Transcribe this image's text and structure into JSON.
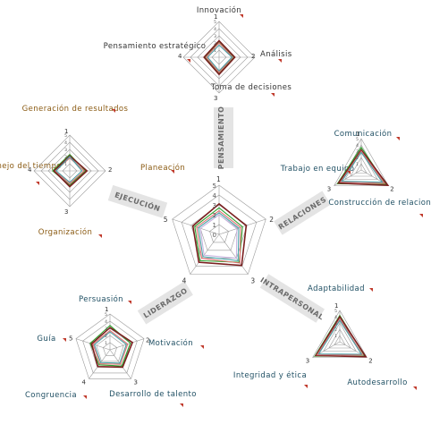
{
  "palette": {
    "grid": "#9a9a9a",
    "series": [
      "#2ca02c",
      "#7a1f1f",
      "#e07070",
      "#4aa3a8",
      "#c7b3e0"
    ],
    "text_default": "#333333",
    "text_pensamiento": "#333333",
    "text_ejecucion": "#8a5a12",
    "text_relaciones": "#1f4f63",
    "text_liderazgo": "#1f4f63",
    "text_intra": "#1f4f63",
    "band_bg": "#e4e4e4",
    "band_text": "#6a6a6a",
    "marker": "#c0392b"
  },
  "chart_data": [
    {
      "id": "pensamiento",
      "type": "radar",
      "axes": [
        "Innovación",
        "Análisis",
        "Toma de decisiones",
        "Pensamiento estratégico"
      ],
      "axis_numbers": [
        "1",
        "2",
        "3",
        "4"
      ],
      "rmax": 5,
      "tick_labels": [
        "5",
        "4",
        "3",
        "2",
        "1"
      ],
      "series": [
        {
          "values": [
            2.2,
            2.1,
            2.3,
            2.0
          ]
        },
        {
          "values": [
            2.3,
            2.2,
            2.4,
            2.1
          ]
        },
        {
          "values": [
            2.0,
            1.9,
            2.1,
            1.8
          ]
        },
        {
          "values": [
            1.7,
            1.8,
            1.9,
            1.6
          ]
        }
      ]
    },
    {
      "id": "ejecucion",
      "type": "radar",
      "axes": [
        "Generación de resultados",
        "Planeación",
        "Organización",
        "Manejo del tiempo"
      ],
      "axis_numbers": [
        "1",
        "2",
        "3",
        "4"
      ],
      "rmax": 5,
      "tick_labels": [
        "5",
        "4",
        "3",
        "2",
        "1"
      ],
      "series": [
        {
          "values": [
            2.3,
            2.2,
            2.0,
            2.4
          ]
        },
        {
          "values": [
            2.1,
            2.4,
            2.2,
            2.2
          ]
        },
        {
          "values": [
            1.8,
            2.0,
            1.8,
            2.0
          ]
        },
        {
          "values": [
            2.0,
            1.7,
            1.6,
            1.9
          ]
        }
      ]
    },
    {
      "id": "relaciones",
      "type": "radar",
      "axes": [
        "Comunicación",
        "Construcción de relaciones",
        "Trabajo en equipo"
      ],
      "axis_numbers": [
        "1",
        "2",
        "3"
      ],
      "rmax": 5,
      "tick_labels": [
        "5",
        "4",
        "3",
        "2",
        "1"
      ],
      "series": [
        {
          "values": [
            3.6,
            4.6,
            4.4
          ]
        },
        {
          "values": [
            3.2,
            4.9,
            4.2
          ]
        },
        {
          "values": [
            3.0,
            4.3,
            3.8
          ]
        },
        {
          "values": [
            2.8,
            3.9,
            3.6
          ]
        }
      ]
    },
    {
      "id": "intrapersonal",
      "type": "radar",
      "axes": [
        "Adaptabilidad",
        "Autodesarrollo",
        "Integridad y ética"
      ],
      "axis_numbers": [
        "1",
        "2",
        "3"
      ],
      "rmax": 5,
      "tick_labels": [
        "5",
        "4",
        "3",
        "2",
        "1"
      ],
      "series": [
        {
          "values": [
            4.2,
            4.6,
            4.6
          ]
        },
        {
          "values": [
            4.0,
            4.8,
            4.4
          ]
        },
        {
          "values": [
            3.6,
            4.2,
            4.2
          ]
        },
        {
          "values": [
            3.4,
            4.0,
            3.9
          ]
        }
      ]
    },
    {
      "id": "liderazgo",
      "type": "radar",
      "axes": [
        "Persuasión",
        "Motivación",
        "Desarrollo de talento",
        "Congruencia",
        "Guía"
      ],
      "axis_numbers": [
        "1",
        "2",
        "3",
        "4",
        "5"
      ],
      "rmax": 5,
      "tick_labels": [
        "5",
        "4",
        "3",
        "2",
        "1"
      ],
      "series": [
        {
          "values": [
            3.4,
            3.0,
            2.8,
            2.6,
            2.9
          ]
        },
        {
          "values": [
            3.1,
            3.3,
            3.0,
            2.9,
            2.7
          ]
        },
        {
          "values": [
            2.7,
            2.6,
            2.5,
            2.4,
            2.5
          ]
        },
        {
          "values": [
            2.5,
            2.4,
            2.3,
            2.2,
            2.3
          ]
        }
      ]
    },
    {
      "id": "central",
      "type": "radar",
      "axes": [
        "",
        "",
        "",
        "",
        ""
      ],
      "axis_numbers": [
        "1",
        "2",
        "3",
        "4",
        "5"
      ],
      "rmax": 5,
      "tick_labels": [
        "5",
        "4",
        "3",
        "2",
        "1",
        "0"
      ],
      "series": [
        {
          "values": [
            2.7,
            2.5,
            3.5,
            3.3,
            2.6
          ]
        },
        {
          "values": [
            3.1,
            2.9,
            3.9,
            3.5,
            2.8
          ]
        },
        {
          "values": [
            2.4,
            2.3,
            3.6,
            3.0,
            2.4
          ]
        },
        {
          "values": [
            2.2,
            2.1,
            3.3,
            2.8,
            2.2
          ]
        },
        {
          "values": [
            2.0,
            1.9,
            3.0,
            2.6,
            2.0
          ]
        }
      ]
    }
  ],
  "sections": {
    "pensamiento": "PENSAMIENTO",
    "relaciones": "RELACIONES",
    "intrapersonal": "INTRAPERSONAL",
    "liderazgo": "LIDERAZGO",
    "ejecucion": "EJECUCIÓN"
  }
}
